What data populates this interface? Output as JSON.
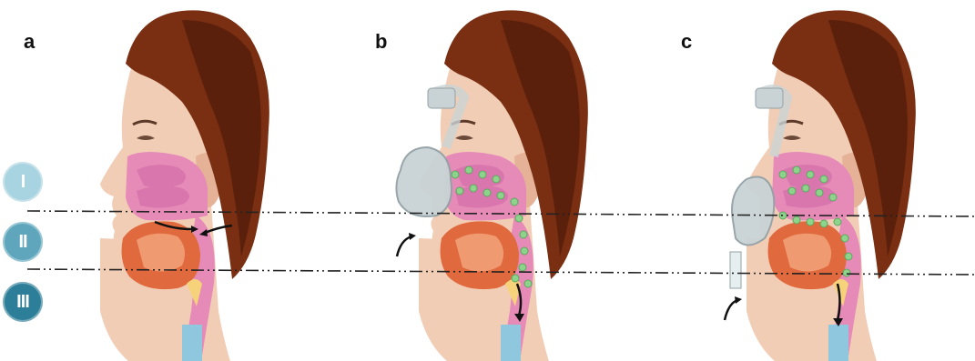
{
  "panels": [
    {
      "id": "a",
      "label": "a",
      "mask": "none",
      "airflow": "narrowed"
    },
    {
      "id": "b",
      "label": "b",
      "mask": "oronasal",
      "airflow": "splinted"
    },
    {
      "id": "c",
      "label": "c",
      "mask": "nasal",
      "airflow": "splinted"
    }
  ],
  "zones": [
    {
      "label": "I",
      "color": "#a8d3e0"
    },
    {
      "label": "II",
      "color": "#5fa6bd"
    },
    {
      "label": "III",
      "color": "#2d7e98"
    }
  ],
  "colors": {
    "hair": "#7a2f12",
    "hair_shade": "#5b200b",
    "skin": "#f2cdb5",
    "skin_shade": "#e5b298",
    "airway": "#e68bb8",
    "nasal_turbinates": "#d876ad",
    "tongue": "#e0693d",
    "tongue_light": "#f09a72",
    "trachea_ring": "#8fc7de",
    "pressure_dot": "#8dd38c",
    "mask": "#c9d3d6",
    "mask_dark": "#93a1a6",
    "dashed_line": "#222222"
  },
  "icons": {
    "airflow_arrow": "curved-arrow-icon"
  }
}
